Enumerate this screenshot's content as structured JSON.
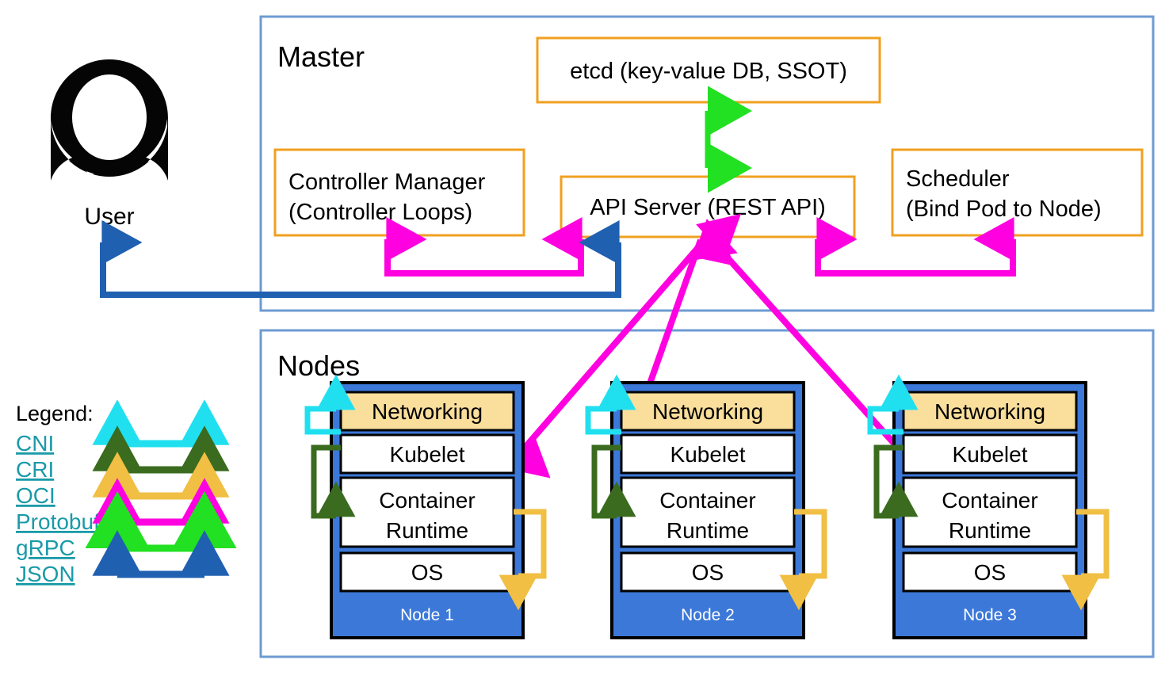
{
  "colors": {
    "frame_border": "#6e9bd2",
    "master_box_border": "#f0a020",
    "master_box_fill": "#ffffff",
    "node_fill": "#3b78d8",
    "node_border": "#000000",
    "networking_fill": "#f9de9c",
    "layer_fill": "#ffffff",
    "cni": "#20e0f0",
    "cri": "#3a6b1f",
    "oci": "#f0bf44",
    "protobuf": "#ff00e0",
    "grpc": "#22e022",
    "json": "#2060b0",
    "legend_label": "#1a9aa8",
    "user_icon": "#050505",
    "node_label_text": "#ffffff"
  },
  "user": {
    "icon": "user-avatar-icon",
    "label": "User"
  },
  "master": {
    "title": "Master",
    "boxes": [
      {
        "id": "etcd",
        "label": "etcd (key-value DB, SSOT)"
      },
      {
        "id": "controller-manager",
        "label": "Controller Manager\n(Controller Loops)",
        "line1": "Controller Manager",
        "line2": "(Controller Loops)"
      },
      {
        "id": "api-server",
        "label": "API Server (REST API)"
      },
      {
        "id": "scheduler",
        "label": "Scheduler\n(Bind Pod to Node)",
        "line1": "Scheduler",
        "line2": "(Bind Pod to Node)"
      }
    ]
  },
  "nodes_section": {
    "title": "Nodes",
    "layer_labels": {
      "networking": "Networking",
      "kubelet": "Kubelet",
      "container_runtime_line1": "Container",
      "container_runtime_line2": "Runtime",
      "os": "OS"
    },
    "nodes": [
      {
        "name": "Node 1"
      },
      {
        "name": "Node 2"
      },
      {
        "name": "Node 3"
      }
    ]
  },
  "legend": {
    "title": "Legend:",
    "items": [
      {
        "label": "CNI",
        "color": "#20e0f0"
      },
      {
        "label": "CRI",
        "color": "#3a6b1f"
      },
      {
        "label": "OCI",
        "color": "#f0bf44"
      },
      {
        "label": "Protobuf",
        "color": "#ff00e0"
      },
      {
        "label": "gRPC",
        "color": "#22e022"
      },
      {
        "label": "JSON",
        "color": "#2060b0"
      }
    ]
  }
}
